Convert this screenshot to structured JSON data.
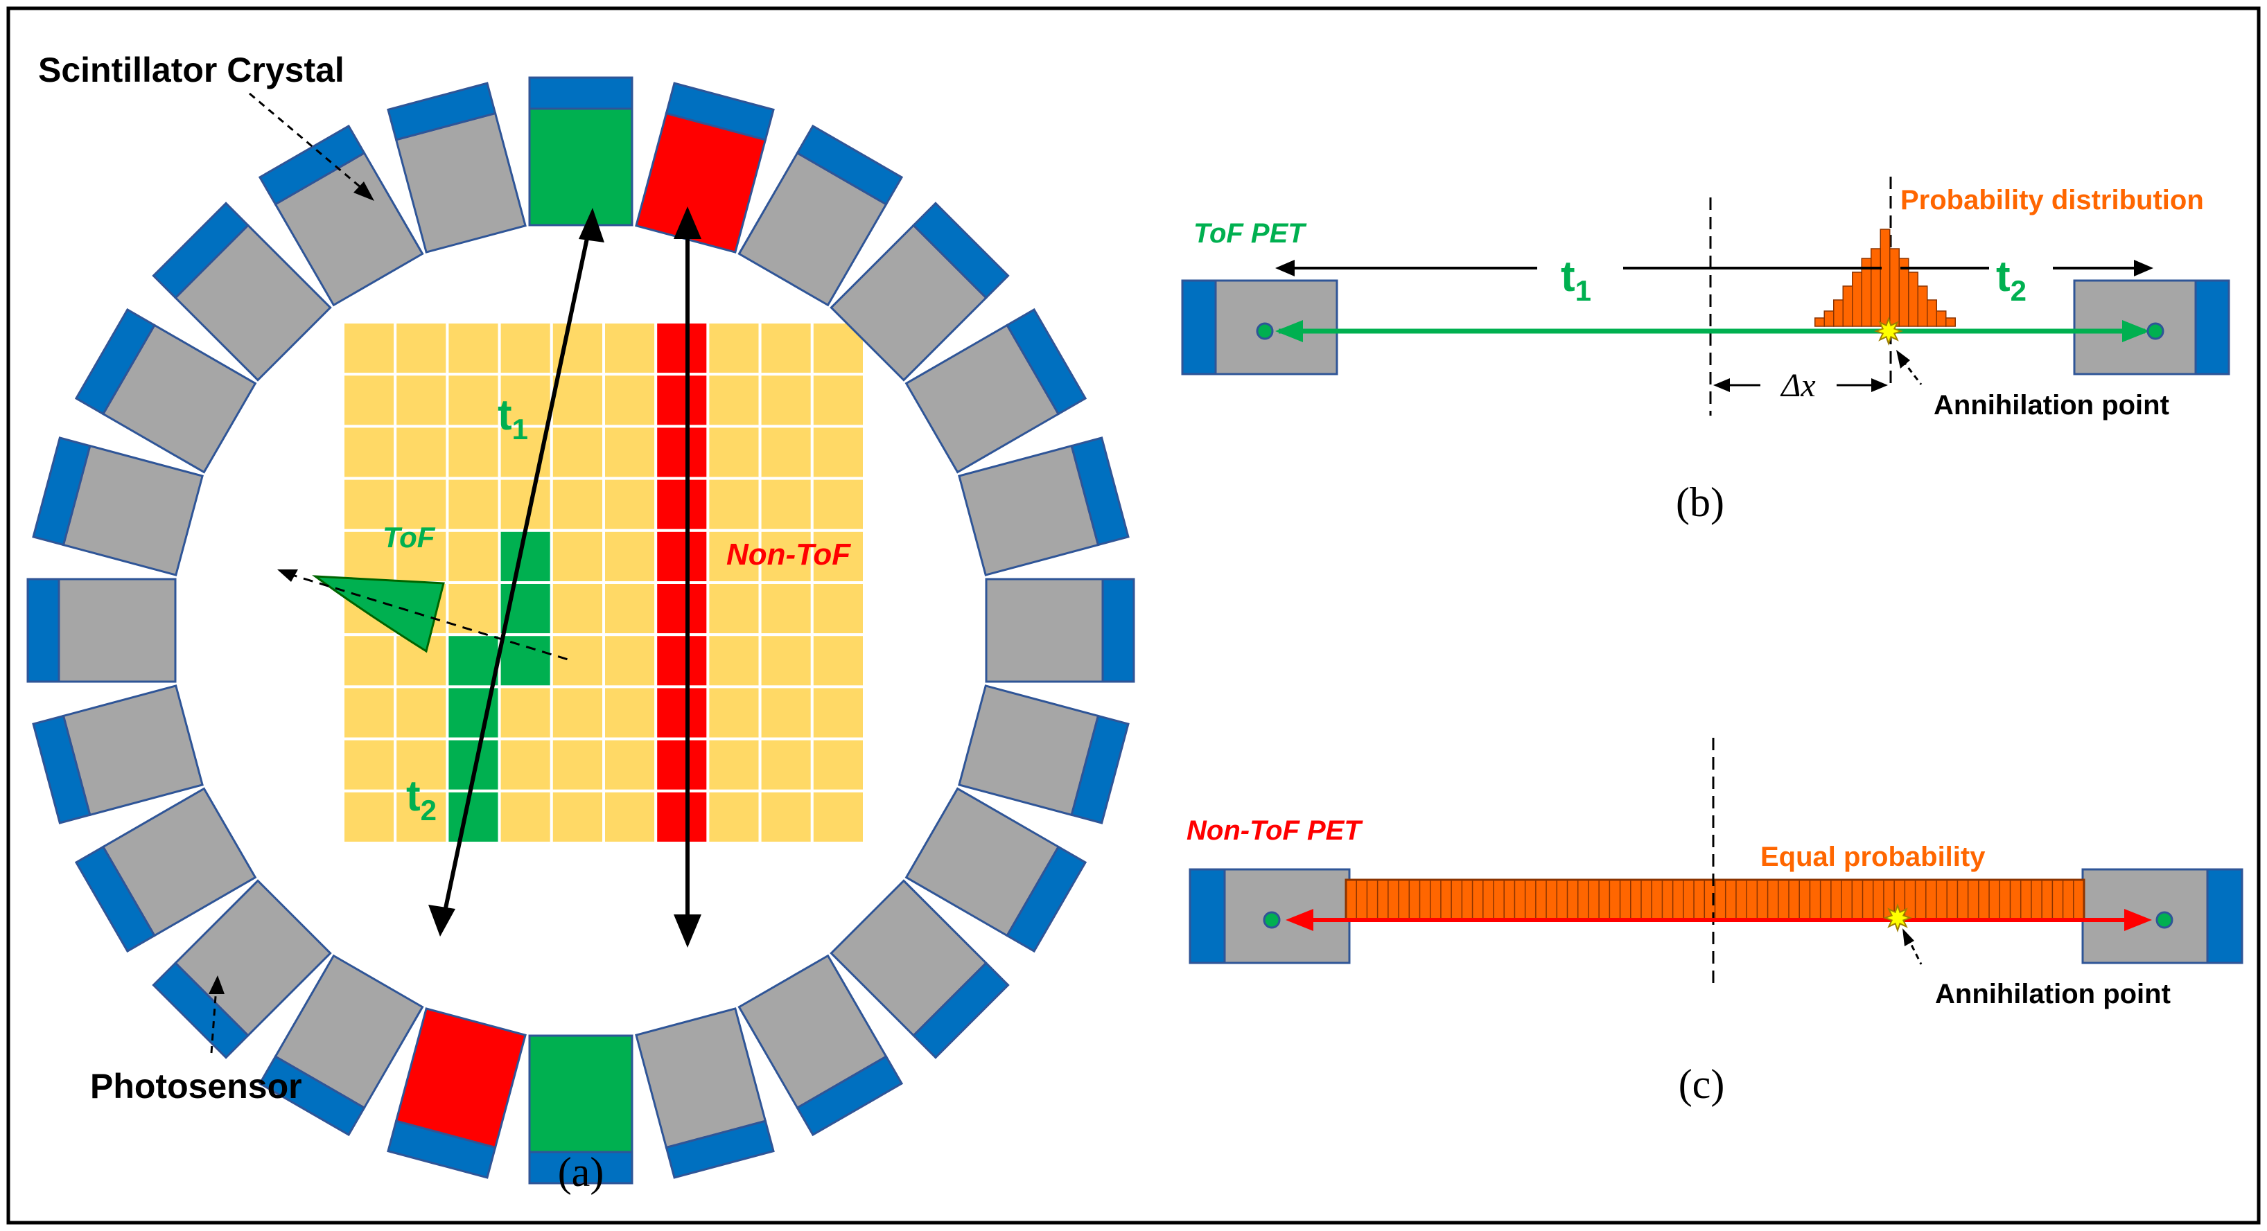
{
  "panel_a": {
    "scintillator_label": "Scintillator Crystal",
    "photosensor_label": "Photosensor",
    "t1_base": "t",
    "t1_sub": "1",
    "t2_base": "t",
    "t2_sub": "2",
    "tof_label": "ToF",
    "nontof_label": "Non-ToF",
    "caption": "(a)"
  },
  "panel_b": {
    "title": "ToF PET",
    "prob_label": "Probability distribution",
    "t1_base": "t",
    "t1_sub": "1",
    "t2_base": "t",
    "t2_sub": "2",
    "dx_label": "Δx",
    "annihilation_label": "Annihilation point",
    "caption": "(b)"
  },
  "panel_c": {
    "title": "Non-ToF PET",
    "equal_label": "Equal probability",
    "annihilation_label": "Annihilation point",
    "caption": "(c)"
  },
  "colors": {
    "photosensor": "#0070c0",
    "crystal": "#a6a6a6",
    "tof": "#00b050",
    "nontof": "#ff0000",
    "grid": "#ffd966",
    "histogram": "#ff6600",
    "orange_text": "#ff6600",
    "star": "#ffff00"
  },
  "icons": {
    "annihilation_marker": "star-icon",
    "detector_point": "circle-icon"
  }
}
